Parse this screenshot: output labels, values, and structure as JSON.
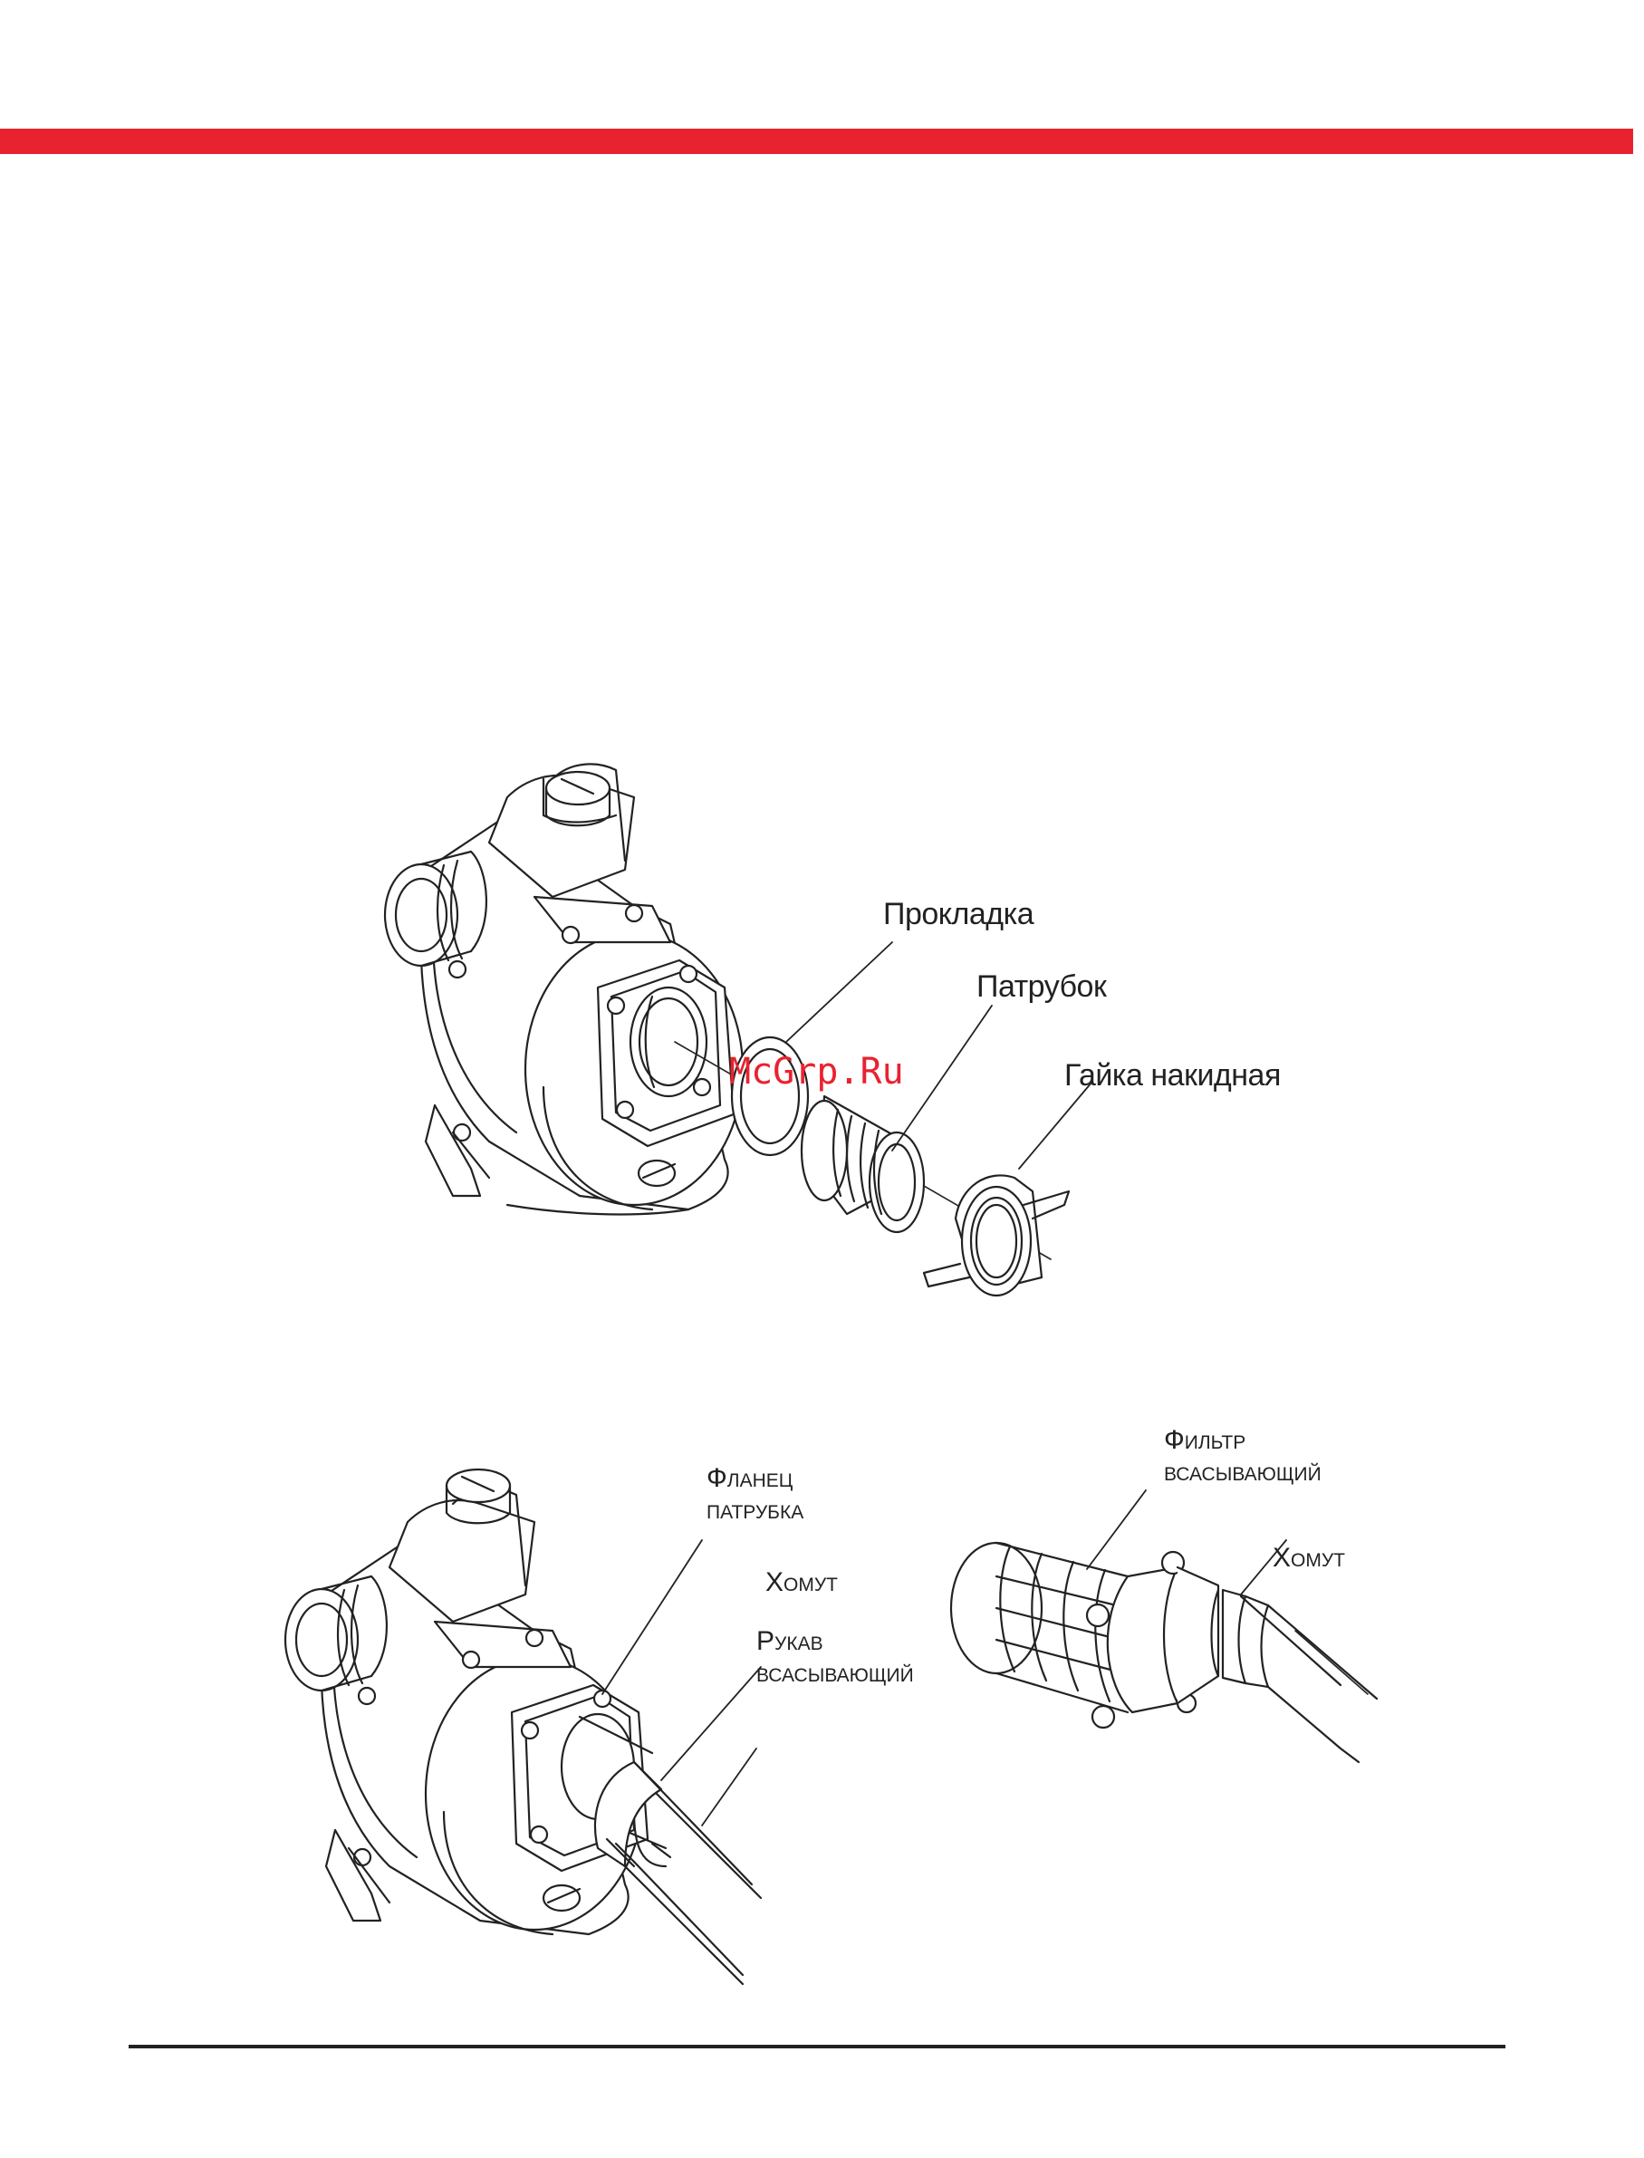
{
  "header": {
    "bar_color": "#e8232f"
  },
  "figure1": {
    "labels": {
      "gasket": "Прокладка",
      "nozzle": "Патрубок",
      "union_nut": "Гайка накидная"
    }
  },
  "figure2": {
    "labels": {
      "flange_line1": "Фланец",
      "flange_line2": "патрубка",
      "clamp": "Хомут",
      "hose_line1": "Рукав",
      "hose_line2": "всасывающий"
    }
  },
  "figure3": {
    "labels": {
      "filter_line1": "Фильтр",
      "filter_line2": "всасывающий",
      "clamp": "Хомут"
    }
  },
  "watermark": "McGrp.Ru"
}
